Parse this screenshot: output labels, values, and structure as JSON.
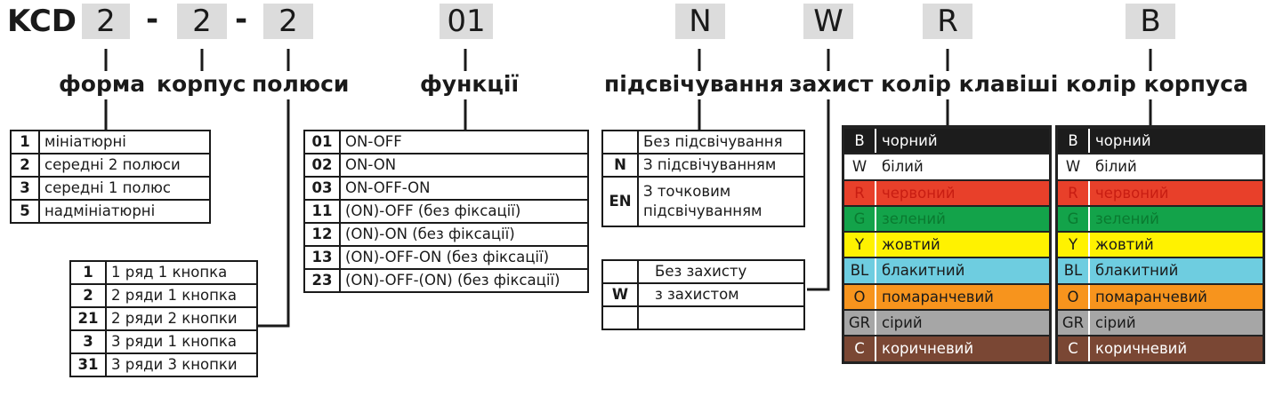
{
  "header": {
    "prefix": "KCD",
    "codes": [
      "2",
      "2",
      "2",
      "01",
      "N",
      "W",
      "R",
      "B"
    ],
    "dash": "-"
  },
  "labels": {
    "shape": "форма",
    "housing": "корпус",
    "poles": "полюси",
    "functions": "функції",
    "backlight": "підсвічування",
    "protection": "захист",
    "key_color": "колір клавіші",
    "housing_color": "колір корпуса"
  },
  "shape_table": [
    {
      "code": "1",
      "text": "мініатюрні"
    },
    {
      "code": "2",
      "text": "середні 2 полюси"
    },
    {
      "code": "3",
      "text": "середні 1 полюс"
    },
    {
      "code": "5",
      "text": "надмініатюрні"
    }
  ],
  "poles_table": [
    {
      "code": "1",
      "text": "1 ряд 1 кнопка"
    },
    {
      "code": "2",
      "text": "2 ряди 1 кнопка"
    },
    {
      "code": "21",
      "text": "2 ряди 2 кнопки"
    },
    {
      "code": "3",
      "text": "3 ряди 1 кнопка"
    },
    {
      "code": "31",
      "text": "3 ряди 3 кнопки"
    }
  ],
  "functions_table": [
    {
      "code": "01",
      "text": "ON-OFF"
    },
    {
      "code": "02",
      "text": "ON-ON"
    },
    {
      "code": "03",
      "text": "ON-OFF-ON"
    },
    {
      "code": "11",
      "text": "(ON)-OFF (без фіксації)"
    },
    {
      "code": "12",
      "text": "(ON)-ON (без фіксації)"
    },
    {
      "code": "13",
      "text": "(ON)-OFF-ON (без фіксації)"
    },
    {
      "code": "23",
      "text": "(ON)-OFF-(ON) (без фіксації)"
    }
  ],
  "backlight_table": [
    {
      "code": "",
      "text": "Без підсвічування"
    },
    {
      "code": "N",
      "text": "З підсвічуванням"
    },
    {
      "code": "EN",
      "text_line1": "З точковим",
      "text_line2": "підсвічуванням"
    }
  ],
  "protection_table": [
    {
      "code": "",
      "text": "Без захисту"
    },
    {
      "code": "W",
      "text": "з захистом"
    },
    {
      "code": "",
      "text": ""
    }
  ],
  "colors": [
    {
      "code": "B",
      "name": "чорний",
      "bg": "#1c1c1c",
      "fg": "#ffffff"
    },
    {
      "code": "W",
      "name": "білий",
      "bg": "#ffffff",
      "fg": "#1a1a1a"
    },
    {
      "code": "R",
      "name": "червоний",
      "bg": "#e8402a",
      "fg": "#c81d12"
    },
    {
      "code": "G",
      "name": "зелений",
      "bg": "#13a34a",
      "fg": "#0a7a30"
    },
    {
      "code": "Y",
      "name": "жовтий",
      "bg": "#fff200",
      "fg": "#1a1a1a"
    },
    {
      "code": "BL",
      "name": "блакитний",
      "bg": "#6ecde0",
      "fg": "#1a1a1a"
    },
    {
      "code": "O",
      "name": "помаранчевий",
      "bg": "#f7941d",
      "fg": "#1a1a1a"
    },
    {
      "code": "GR",
      "name": "сірий",
      "bg": "#a6a6a6",
      "fg": "#1a1a1a"
    },
    {
      "code": "C",
      "name": "коричневий",
      "bg": "#7a4734",
      "fg": "#ffffff"
    }
  ],
  "style": {
    "code_box_bg": "#dcdcdc",
    "line_color": "#1a1a1a"
  }
}
